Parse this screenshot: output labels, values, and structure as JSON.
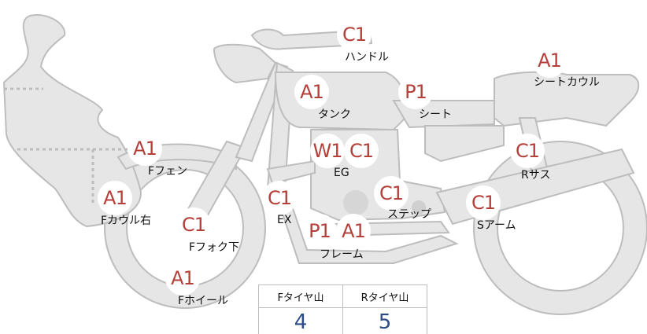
{
  "parts": [
    {
      "id": "handle",
      "code": "C1",
      "label": "ハンドル"
    },
    {
      "id": "seatcowl",
      "code": "A1",
      "label": "シートカウル"
    },
    {
      "id": "tank",
      "code": "A1",
      "label": "タンク"
    },
    {
      "id": "seat",
      "code": "P1",
      "label": "シート"
    },
    {
      "id": "ffender",
      "code": "A1",
      "label": "Fフェン"
    },
    {
      "id": "eg-w",
      "code": "W1",
      "label": ""
    },
    {
      "id": "eg-c",
      "code": "C1",
      "label": "EG"
    },
    {
      "id": "rsus",
      "code": "C1",
      "label": "Rサス"
    },
    {
      "id": "fcowl",
      "code": "A1",
      "label": "Fカウル右"
    },
    {
      "id": "ex",
      "code": "C1",
      "label": "EX"
    },
    {
      "id": "step",
      "code": "C1",
      "label": "ステップ"
    },
    {
      "id": "sarm",
      "code": "C1",
      "label": "Sアーム"
    },
    {
      "id": "ffork",
      "code": "C1",
      "label": "Fフォク下"
    },
    {
      "id": "frame-p",
      "code": "P1",
      "label": ""
    },
    {
      "id": "frame-a",
      "code": "A1",
      "label": "フレーム"
    },
    {
      "id": "fwheel",
      "code": "A1",
      "label": "Fホイール"
    }
  ],
  "tread": {
    "front_label": "Fタイヤ山",
    "rear_label": "Rタイヤ山",
    "front_value": "4",
    "rear_value": "5"
  },
  "colors": {
    "badge_text": "#b5403a",
    "bike_fill": "#e6e6e6",
    "bike_stroke": "#bdbdbd",
    "tread_value": "#2c4a86"
  }
}
